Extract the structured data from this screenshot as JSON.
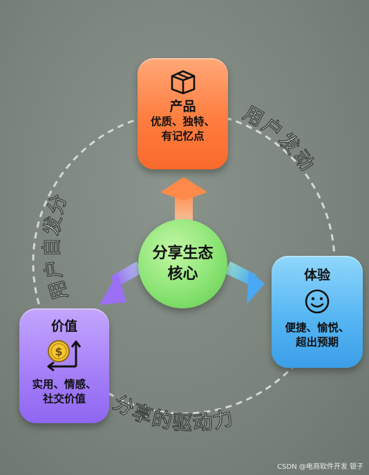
{
  "core": {
    "line1": "分享生态",
    "line2": "核心"
  },
  "nodes": {
    "product": {
      "title": "产品",
      "desc1": "优质、独特、",
      "desc2": "有记忆点",
      "icon": "box-icon",
      "color": "#ff7d3f"
    },
    "experience": {
      "title": "体验",
      "desc1": "便捷、愉悦、",
      "desc2": "超出预期",
      "icon": "smiley-icon",
      "color": "#56b6f3"
    },
    "value": {
      "title": "价值",
      "desc1": "实用、情感、",
      "desc2": "社交价值",
      "icon": "dollar-coin-icon",
      "color": "#a680f8"
    }
  },
  "ring_labels": {
    "left": "用户自发分",
    "right": "用户发动",
    "bottom": "分享的驱动力"
  },
  "watermark": "CSDN @电商软件开发 银子"
}
